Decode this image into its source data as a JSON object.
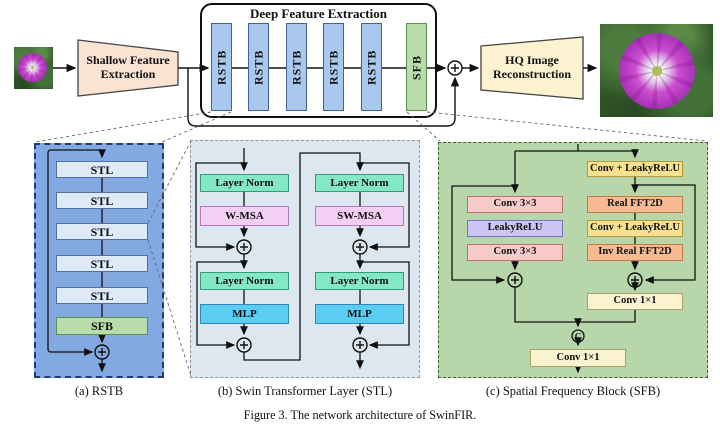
{
  "figure_caption": "Figure 3. The network architecture of SwinFIR.",
  "top": {
    "shallow_label": "Shallow Feature\nExtraction",
    "deep_title": "Deep Feature Extraction",
    "deep_blocks": [
      "RSTB",
      "RSTB",
      "RSTB",
      "RSTB",
      "RSTB",
      "SFB"
    ],
    "hq_label": "HQ Image\nReconstruction"
  },
  "panel_a": {
    "blocks": [
      "STL",
      "STL",
      "STL",
      "STL",
      "STL",
      "SFB"
    ],
    "caption": "(a) RSTB"
  },
  "panel_b": {
    "columns": [
      [
        "Layer Norm",
        "W-MSA",
        "Layer Norm",
        "MLP"
      ],
      [
        "Layer Norm",
        "SW-MSA",
        "Layer Norm",
        "MLP"
      ]
    ],
    "caption": "(b) Swin Transformer Layer (STL)"
  },
  "panel_c": {
    "top_block": "Conv + LeakyReLU",
    "left_blocks": [
      "Conv 3×3",
      "LeakyReLU",
      "Conv 3×3"
    ],
    "right_blocks": [
      "Real FFT2D",
      "Conv + LeakyReLU",
      "Inv Real FFT2D"
    ],
    "conv1x1_right": "Conv 1×1",
    "conv1x1_bottom": "Conv 1×1",
    "caption": "(c) Spatial Frequency Block (SFB)"
  },
  "operators": {
    "add_symbol": "+",
    "concat_label": "C"
  },
  "colors": {
    "rstb_fill": "#a9c8ee",
    "sfb_fill": "#b9dcab",
    "stl_fill": "#dfeaf7",
    "layer_norm_fill": "#84e7c6",
    "msa_fill": "#f3cef5",
    "mlp_fill": "#5bcdf2",
    "conv3x3_fill": "#f8caca",
    "leakyrelu_fill": "#cbc6f3",
    "fft_fill": "#f6bb92",
    "conv_leakyrelu_fill": "#f8e18e",
    "conv1x1_fill": "#fbf3d0",
    "panel_a_bg": "#83a9e2",
    "panel_b_bg": "#dce7f0",
    "panel_c_bg": "#b7d7ab",
    "shallow_fill": "#fbe3d4",
    "hq_fill": "#fdf2d0"
  }
}
